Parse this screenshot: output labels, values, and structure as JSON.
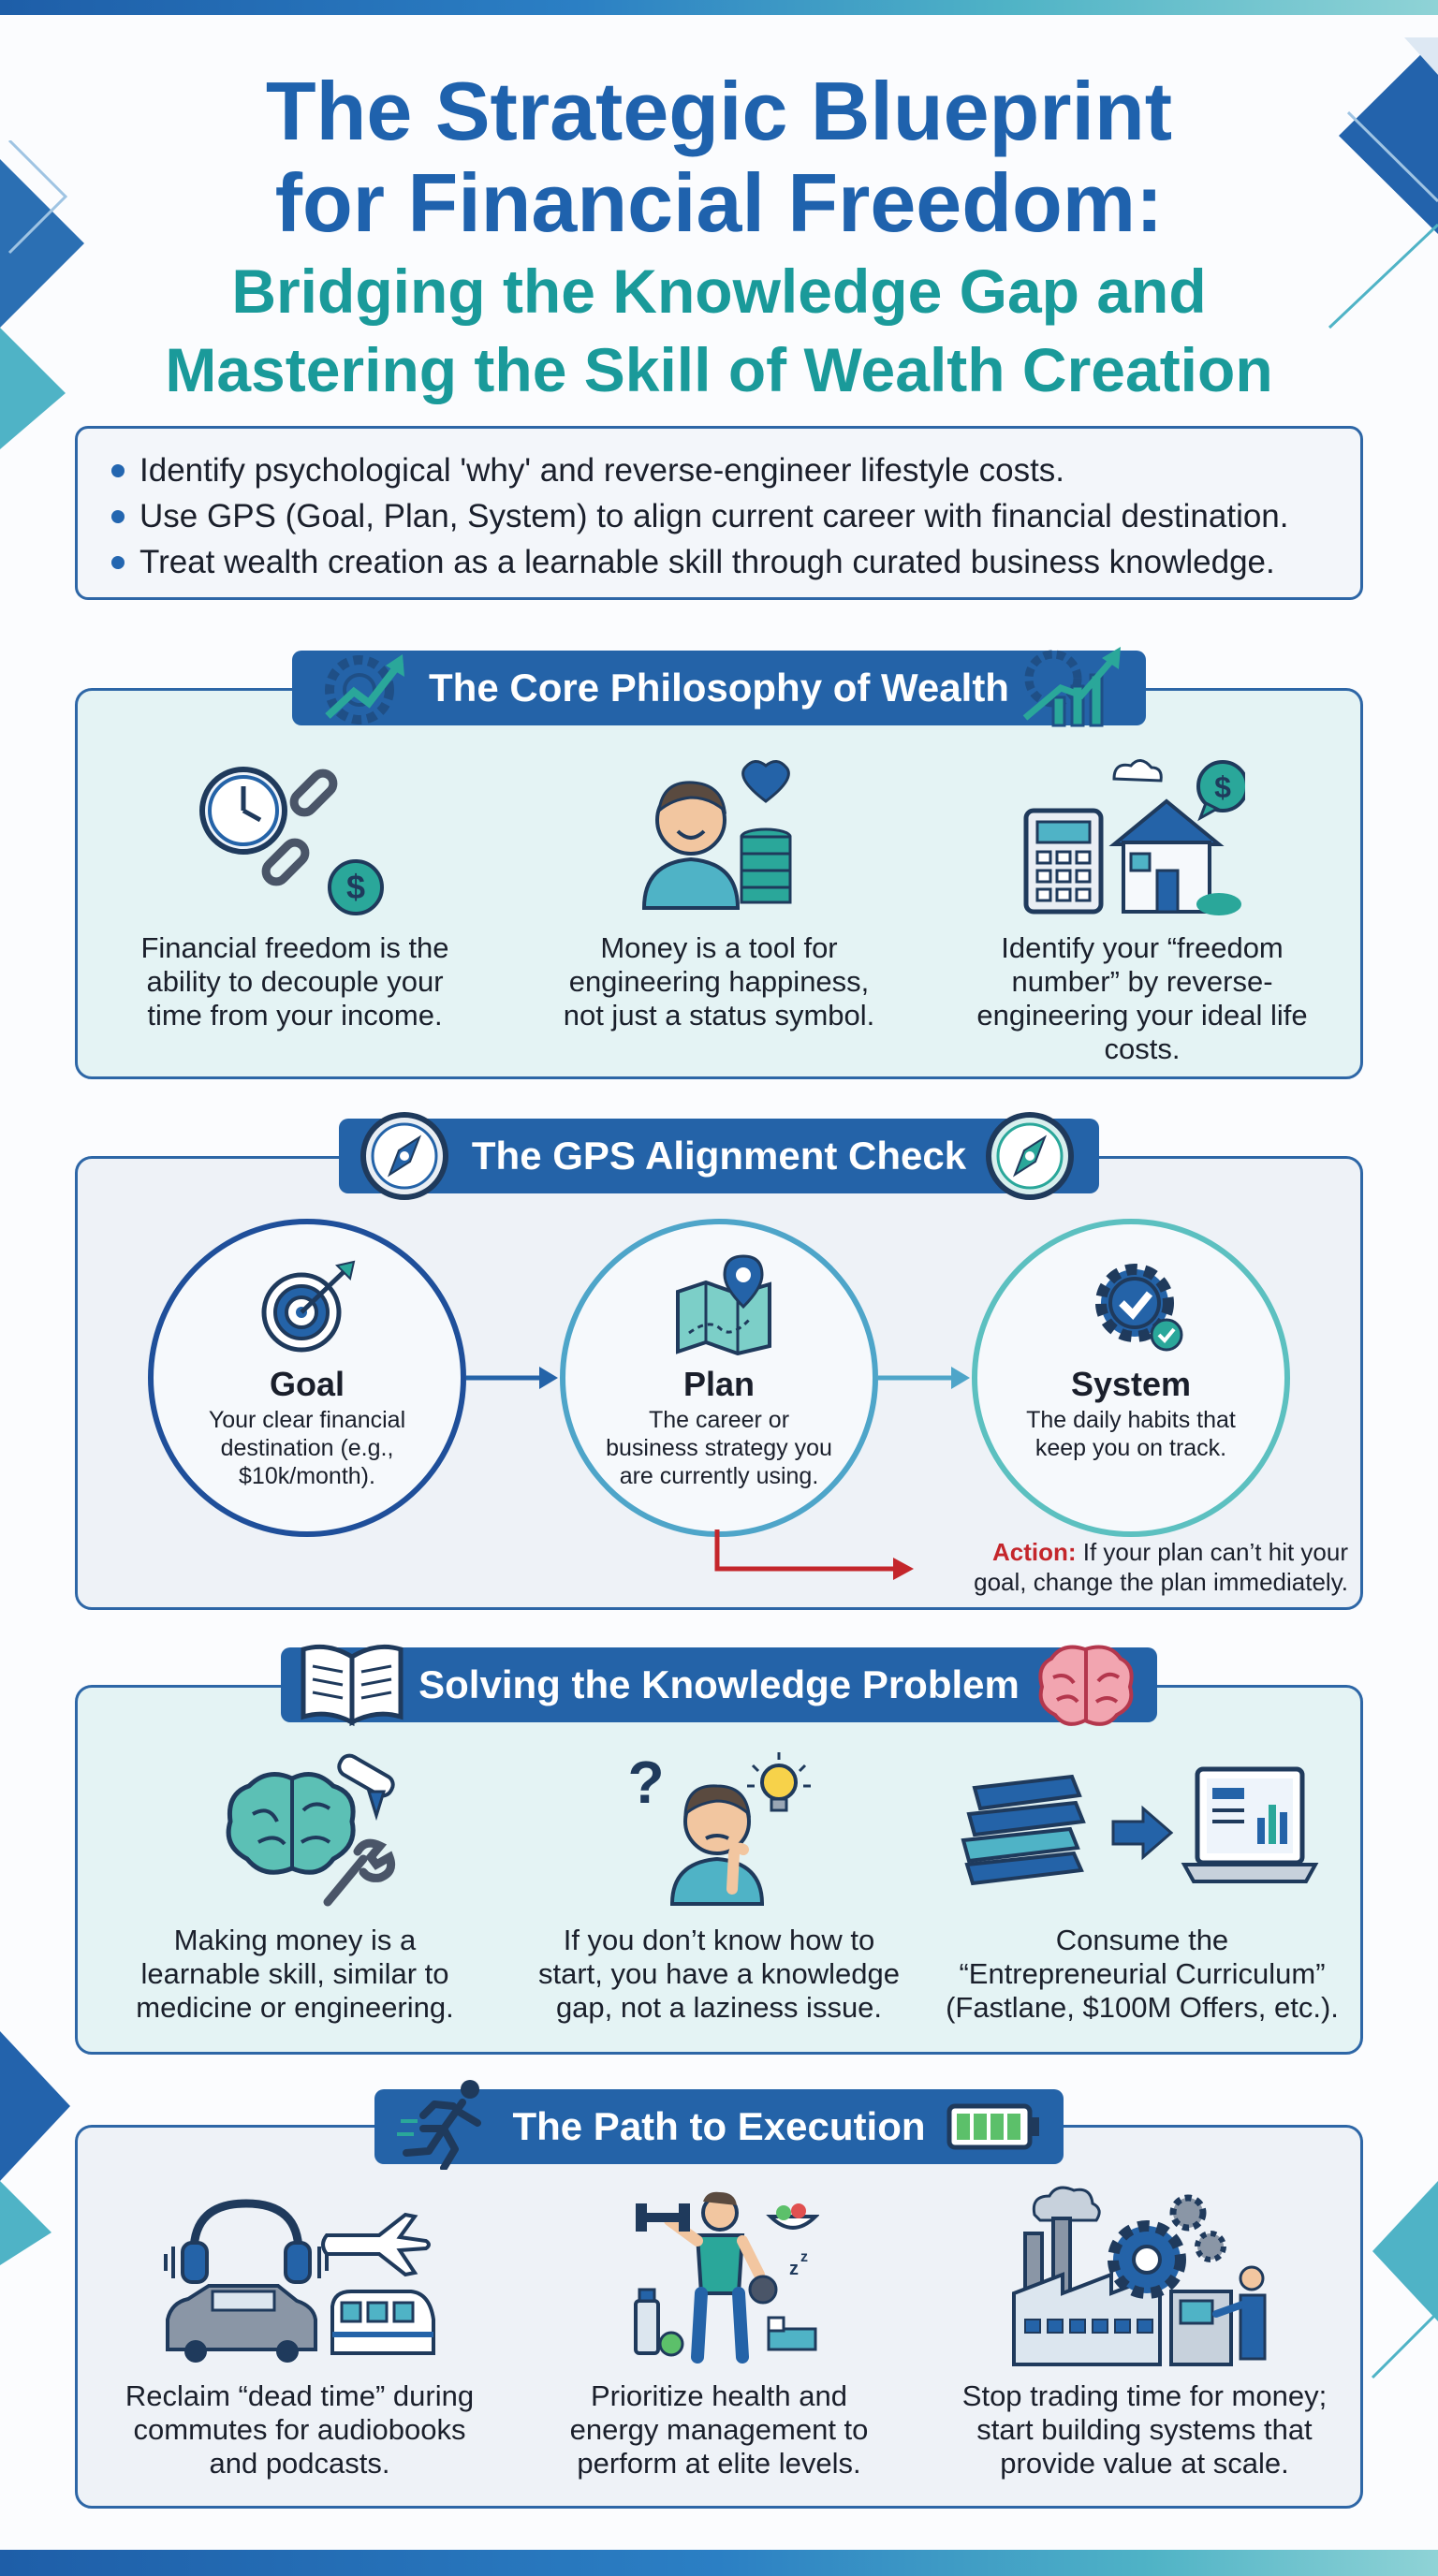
{
  "header": {
    "title_line1": "The Strategic Blueprint",
    "title_line2": "for Financial Freedom:",
    "subtitle_line1": "Bridging the Knowledge Gap and",
    "subtitle_line2": "Mastering the Skill of Wealth Creation"
  },
  "summary": {
    "items": [
      "Identify psychological 'why' and reverse-engineer lifestyle costs.",
      "Use GPS (Goal, Plan, System) to align current career with financial destination.",
      "Treat wealth creation as a learnable skill through curated business knowledge."
    ]
  },
  "core": {
    "banner": "The Core Philosophy of Wealth",
    "cols": [
      {
        "icon": "clock-chain-dollar-icon",
        "lines": [
          "Financial freedom is the",
          "ability to decouple your",
          "time from your income."
        ]
      },
      {
        "icon": "happy-person-coins-icon",
        "lines": [
          "Money is a tool for",
          "engineering happiness,",
          "not just a status symbol."
        ]
      },
      {
        "icon": "calculator-house-icon",
        "lines": [
          "Identify your “freedom",
          "number” by reverse-",
          "engineering your ideal life",
          "costs."
        ]
      }
    ]
  },
  "gps": {
    "banner": "The GPS Alignment Check",
    "steps": [
      {
        "title": "Goal",
        "icon": "target-icon",
        "lines": [
          "Your clear financial",
          "destination (e.g.,",
          "$10k/month)."
        ]
      },
      {
        "title": "Plan",
        "icon": "map-pin-icon",
        "lines": [
          "The career or",
          "business strategy you",
          "are currently using."
        ]
      },
      {
        "title": "System",
        "icon": "gear-check-icon",
        "lines": [
          "The daily habits that",
          "keep you on track."
        ]
      }
    ],
    "action_label": "Action:",
    "action_line1": "If your plan can’t hit your",
    "action_line2": "goal, change the plan immediately."
  },
  "knowledge": {
    "banner": "Solving the Knowledge Problem",
    "cols": [
      {
        "icon": "brain-diploma-wrench-icon",
        "lines": [
          "Making money is a",
          "learnable skill, similar to",
          "medicine or engineering."
        ]
      },
      {
        "icon": "thinking-person-icon",
        "lines": [
          "If you don’t know how to",
          "start, you have a knowledge",
          "gap, not a laziness issue."
        ]
      },
      {
        "icon": "books-laptop-icon",
        "lines": [
          "Consume the",
          "“Entrepreneurial Curriculum”",
          "(Fastlane, $100M Offers, etc.)."
        ]
      }
    ]
  },
  "execution": {
    "banner": "The Path to Execution",
    "cols": [
      {
        "icon": "headphones-vehicles-icon",
        "lines": [
          "Reclaim “dead time” during",
          "commutes for audiobooks",
          "and podcasts."
        ]
      },
      {
        "icon": "fitness-person-icon",
        "lines": [
          "Prioritize health and",
          "energy management to",
          "perform at elite levels."
        ]
      },
      {
        "icon": "factory-gears-icon",
        "lines": [
          "Stop trading time for money;",
          "start building systems that",
          "provide value at scale."
        ]
      }
    ]
  },
  "colors": {
    "primary_blue": "#1f62ad",
    "teal": "#1a9a9a",
    "banner_blue": "#2463a8",
    "panel_teal": "#e4f3f4",
    "panel_gray": "#eef2f7",
    "action_red": "#c4262b"
  }
}
